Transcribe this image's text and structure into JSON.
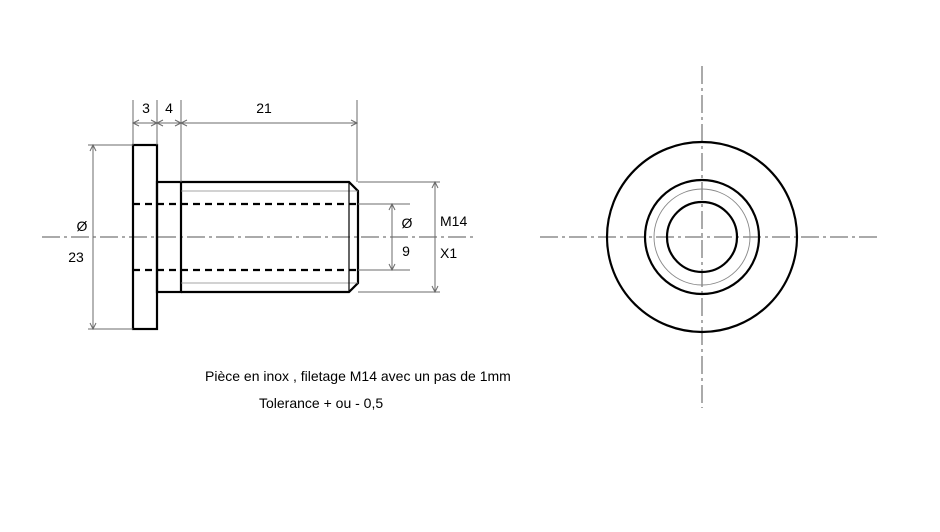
{
  "side_view": {
    "dims": {
      "flange_thickness": "3",
      "shoulder_length": "4",
      "thread_length": "21",
      "flange_diameter_symbol": "Ø",
      "flange_diameter": "23",
      "bore_diameter_symbol": "Ø",
      "bore_diameter": "9",
      "thread_size": "M14",
      "thread_pitch": "X1"
    }
  },
  "notes": {
    "line1": "Pièce en inox , filetage M14 avec un pas de 1mm",
    "line2": "Tolerance + ou - 0,5"
  },
  "colors": {
    "line": "#000000",
    "dim_line": "#6b6b6b",
    "thin_line": "#555555"
  }
}
